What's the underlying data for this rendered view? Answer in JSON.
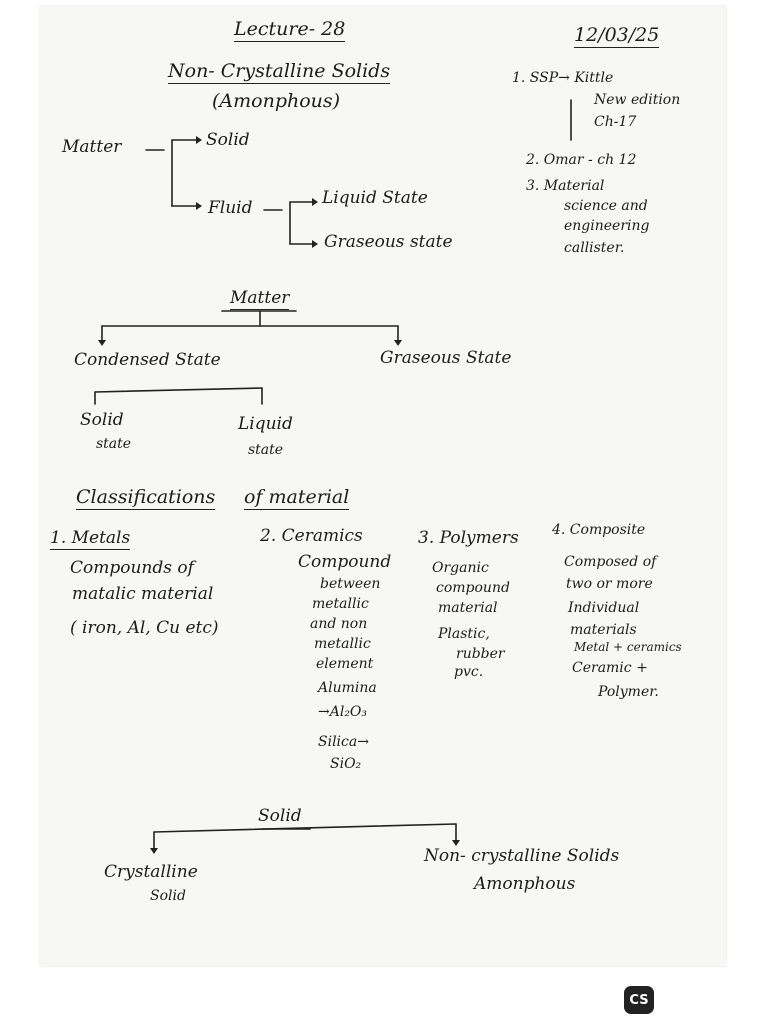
{
  "header": {
    "lecture": "Lecture- 28",
    "date": "12/03/25"
  },
  "title": {
    "line1": "Non- Crystalline Solids",
    "line2": "(Amonphous)"
  },
  "references": [
    "1. SSP→ Kittle",
    "New edition",
    "Ch-17",
    "2. Omar - ch 12",
    "3. Material",
    "science and",
    "engineering",
    "callister."
  ],
  "matter_tree1": {
    "root": "Matter",
    "solid": "Solid",
    "fluid": "Fluid",
    "liquid": "Liquid State",
    "gaseous": "Graseous state"
  },
  "matter_tree2": {
    "root": "Matter",
    "condensed": "Condensed State",
    "gaseous": "Graseous State",
    "solid_l1": "Solid",
    "solid_l2": "state",
    "liquid_l1": "Liquid",
    "liquid_l2": "state"
  },
  "classification": {
    "heading_a": "Classifications",
    "heading_b": "of material",
    "metals": {
      "title": "1. Metals",
      "lines": [
        "Compounds of",
        "matalic material",
        "( iron, Al, Cu etc)"
      ]
    },
    "ceramics": {
      "title": "2. Ceramics",
      "lines": [
        "Compound",
        "between",
        "metallic",
        "and non",
        "metallic",
        "element",
        "Alumina",
        "→Al₂O₃",
        "Silica→",
        "SiO₂"
      ]
    },
    "polymers": {
      "title": "3. Polymers",
      "lines": [
        "Organic",
        "compound",
        "material",
        "Plastic,",
        "rubber",
        "pvc."
      ]
    },
    "composite": {
      "title": "4. Composite",
      "lines": [
        "Composed of",
        "two or more",
        "Individual",
        "materials",
        "Metal + ceramics",
        "Ceramic +",
        "Polymer."
      ]
    }
  },
  "solid_tree": {
    "root": "Solid",
    "crystalline_l1": "Crystalline",
    "crystalline_l2": "Solid",
    "noncrystalline_l1": "Non- crystalline Solids",
    "noncrystalline_l2": "Amonphous"
  },
  "scanner_badge": "CS"
}
